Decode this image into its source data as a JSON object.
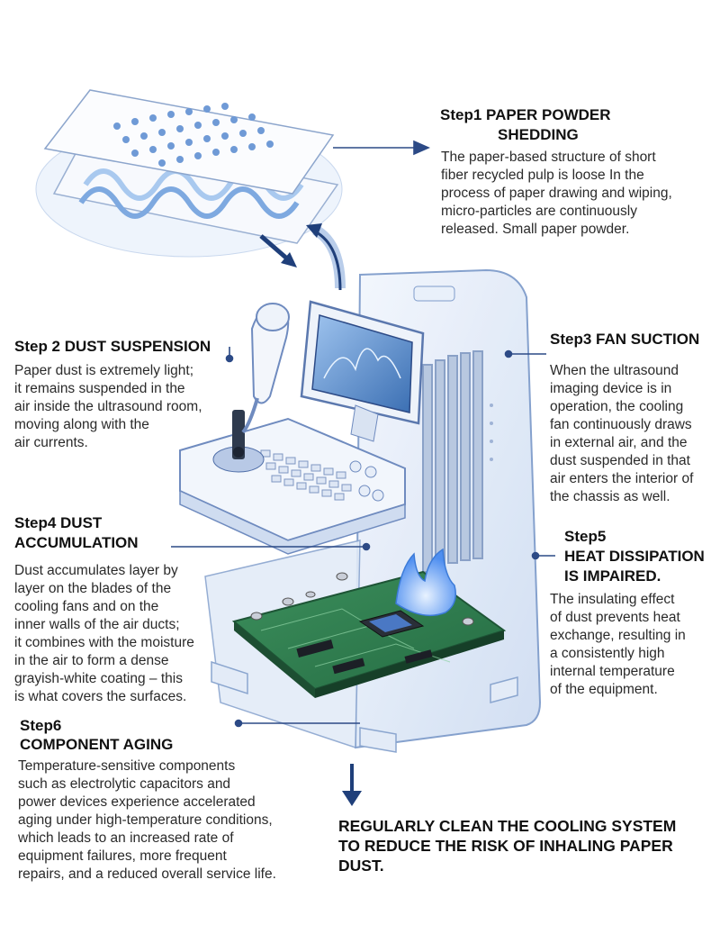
{
  "colors": {
    "accent": "#1f3f7a",
    "line": "#2c4a86",
    "glass": "#dce8f8",
    "circuit_board": "#2e7d4f",
    "flame": "#4f8ff0"
  },
  "steps": {
    "step1": {
      "title_1": "Step1 PAPER POWDER",
      "title_2": "SHEDDING",
      "lines": [
        "The paper-based structure of short",
        "fiber recycled pulp is loose In the",
        "process of paper drawing and wiping,",
        " micro-particles are continuously",
        "released. Small paper powder."
      ]
    },
    "step2": {
      "title": "Step 2  DUST SUSPENSION",
      "lines": [
        "Paper dust is extremely light;",
        "it remains suspended in the",
        "air inside the ultrasound room,",
        "moving along with the",
        "air currents."
      ]
    },
    "step3": {
      "title": "Step3 FAN SUCTION",
      "lines": [
        "When the ultrasound",
        "imaging device is in",
        "operation, the cooling",
        "fan continuously draws",
        "in external air, and the",
        "dust suspended in that",
        "air enters the interior of",
        "the chassis as well."
      ]
    },
    "step4": {
      "title_1": "Step4 DUST",
      "title_2": "ACCUMULATION",
      "lines": [
        "Dust accumulates layer by",
        "layer on the blades of the",
        "cooling fans and on the",
        "inner walls of the air ducts;",
        "it combines with the moisture",
        " in the air to form a dense",
        "grayish-white coating – this",
        "is what covers the surfaces."
      ]
    },
    "step5": {
      "title_1": "Step5",
      "title_2": "HEAT DISSIPATION",
      "title_3": "IS IMPAIRED.",
      "lines": [
        "The insulating effect",
        "of dust prevents heat",
        "exchange, resulting in",
        "a consistently high",
        "internal temperature",
        "of the equipment."
      ]
    },
    "step6": {
      "title_1": "Step6",
      "title_2": "COMPONENT AGING",
      "lines": [
        "Temperature-sensitive components",
        "such as electrolytic capacitors and",
        "power devices experience accelerated",
        "aging under high-temperature conditions,",
        "which leads to an increased rate of",
        "equipment failures, more frequent",
        "repairs, and a reduced overall service life."
      ]
    }
  },
  "conclusion": {
    "lines": [
      "REGULARLY CLEAN THE COOLING SYSTEM",
      "TO REDUCE THE RISK OF INHALING PAPER",
      "DUST."
    ]
  }
}
